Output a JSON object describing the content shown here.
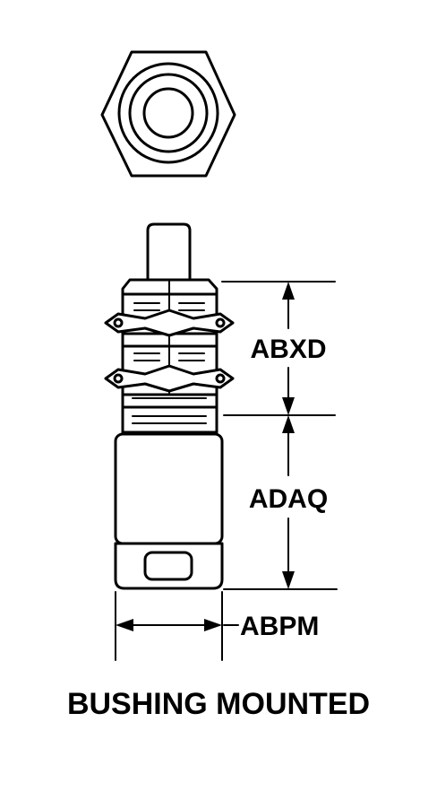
{
  "dimensions": {
    "abxd": "ABXD",
    "adaq": "ADAQ",
    "abpm": "ABPM"
  },
  "caption": "BUSHING MOUNTED"
}
